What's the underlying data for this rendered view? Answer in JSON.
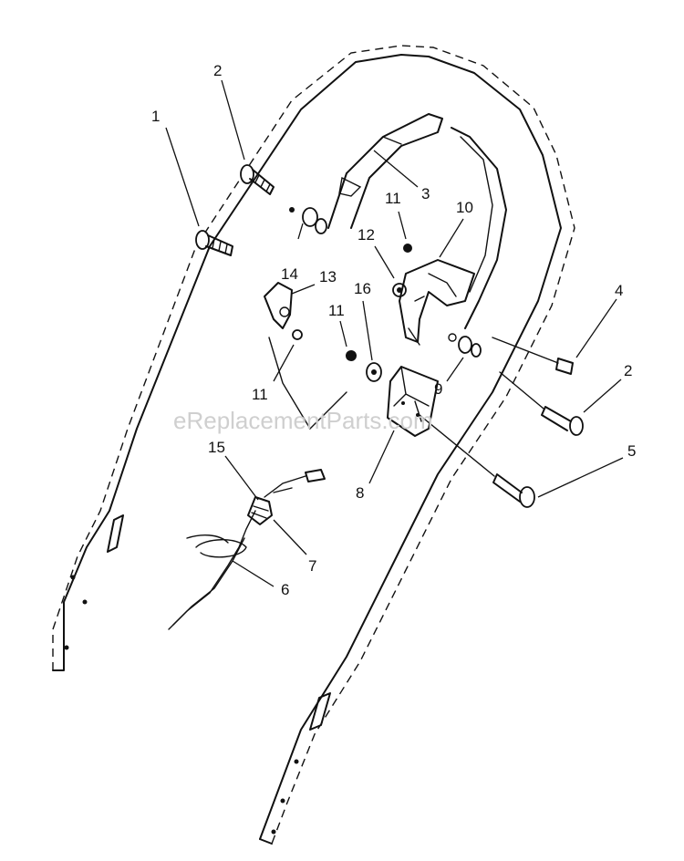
{
  "watermark": "eReplacementParts.com",
  "callouts": {
    "c1": "1",
    "c2a": "2",
    "c2b": "2",
    "c3": "3",
    "c4": "4",
    "c5": "5",
    "c6": "6",
    "c7": "7",
    "c8": "8",
    "c9": "9",
    "c10": "10",
    "c11a": "11",
    "c11b": "11",
    "c11c": "11",
    "c12": "12",
    "c13": "13",
    "c14": "14",
    "c15": "15",
    "c16": "16"
  }
}
